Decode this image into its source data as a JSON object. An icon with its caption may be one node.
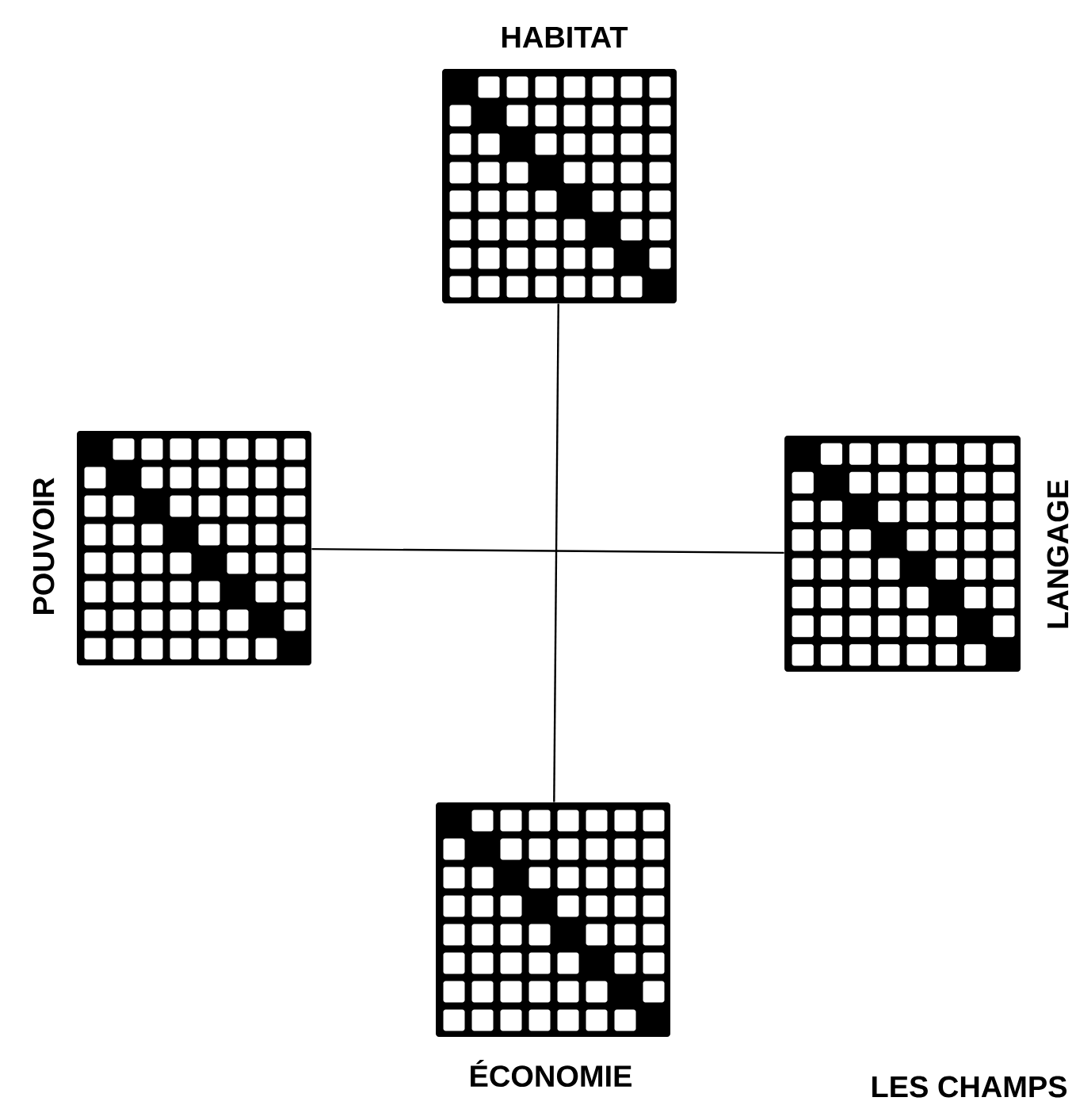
{
  "diagram": {
    "nodes": [
      {
        "text": [
          "HABITAT"
        ]
      },
      {
        "text": [
          "POUVOIR"
        ]
      },
      {
        "text": [
          "LANGAGE"
        ]
      },
      {
        "text": [
          "ÉCONOMIE"
        ]
      }
    ],
    "edges": [
      {
        "from": 0,
        "to": 3,
        "arrow": "none"
      },
      {
        "from": 1,
        "to": 2,
        "arrow": "none"
      }
    ],
    "labels": [
      "LES CHAMPS"
    ]
  }
}
